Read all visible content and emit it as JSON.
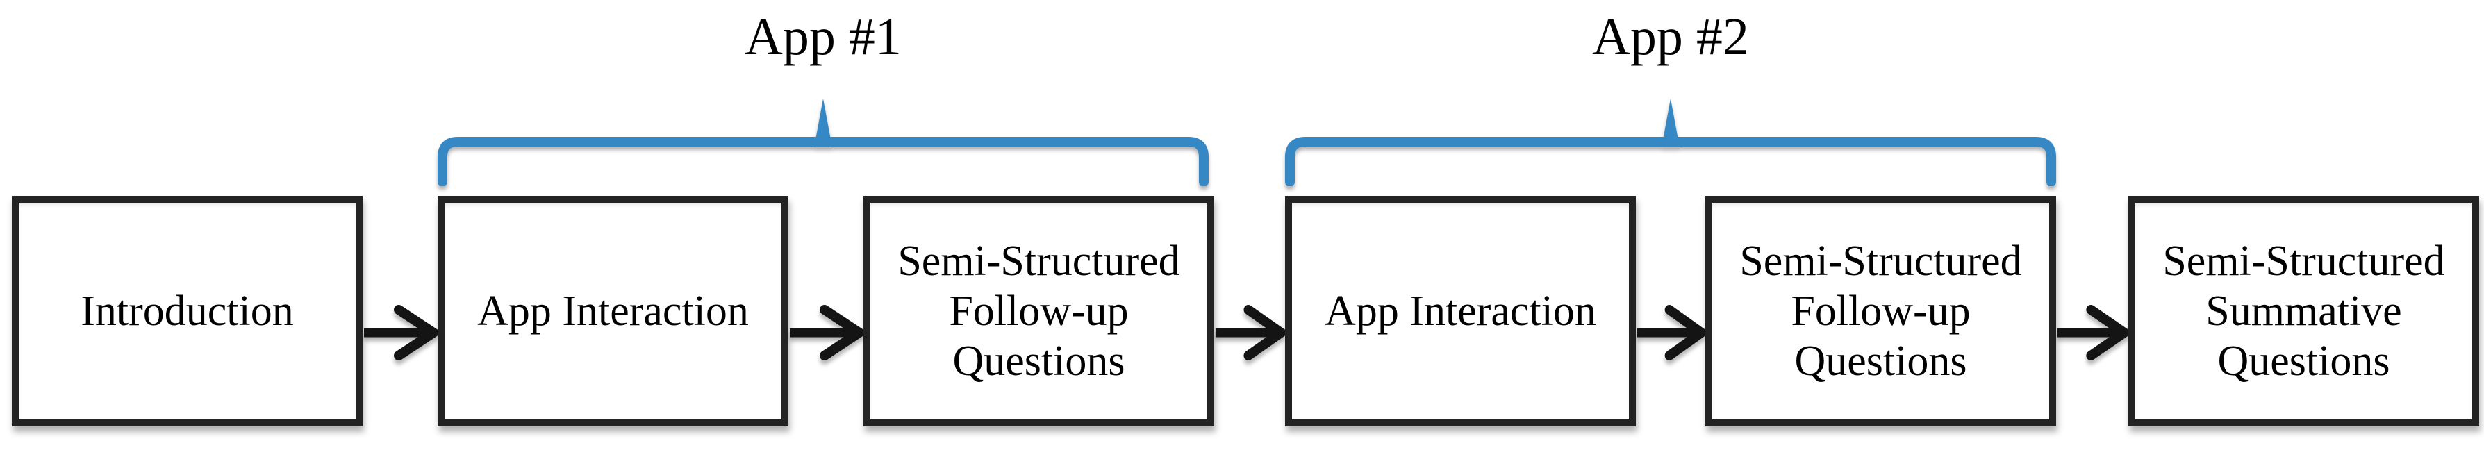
{
  "diagram": {
    "type": "flowchart",
    "colors": {
      "accent_blue": "#3688c4",
      "arrow_black": "#141414",
      "box_border": "#232323",
      "box_fill": "#ffffff",
      "text": "#000000",
      "background": "#ffffff"
    },
    "icons": {
      "connector": "arrow-right-icon",
      "group_bracket": "curly-brace-icon"
    },
    "groups": [
      {
        "label": "App #1",
        "covers": [
          "App Interaction",
          "Semi-Structured Follow-up Questions"
        ]
      },
      {
        "label": "App #2",
        "covers": [
          "App Interaction",
          "Semi-Structured Follow-up Questions"
        ]
      }
    ],
    "steps": [
      {
        "name": "Introduction",
        "lines": [
          "Introduction"
        ]
      },
      {
        "name": "App Interaction",
        "lines": [
          "App Interaction"
        ]
      },
      {
        "name": "Semi-Structured Follow-up Questions",
        "lines": [
          "Semi-Structured",
          "Follow-up",
          "Questions"
        ]
      },
      {
        "name": "App Interaction",
        "lines": [
          "App Interaction"
        ]
      },
      {
        "name": "Semi-Structured Follow-up Questions",
        "lines": [
          "Semi-Structured",
          "Follow-up",
          "Questions"
        ]
      },
      {
        "name": "Semi-Structured Summative Questions",
        "lines": [
          "Semi-Structured",
          "Summative",
          "Questions"
        ]
      }
    ]
  }
}
